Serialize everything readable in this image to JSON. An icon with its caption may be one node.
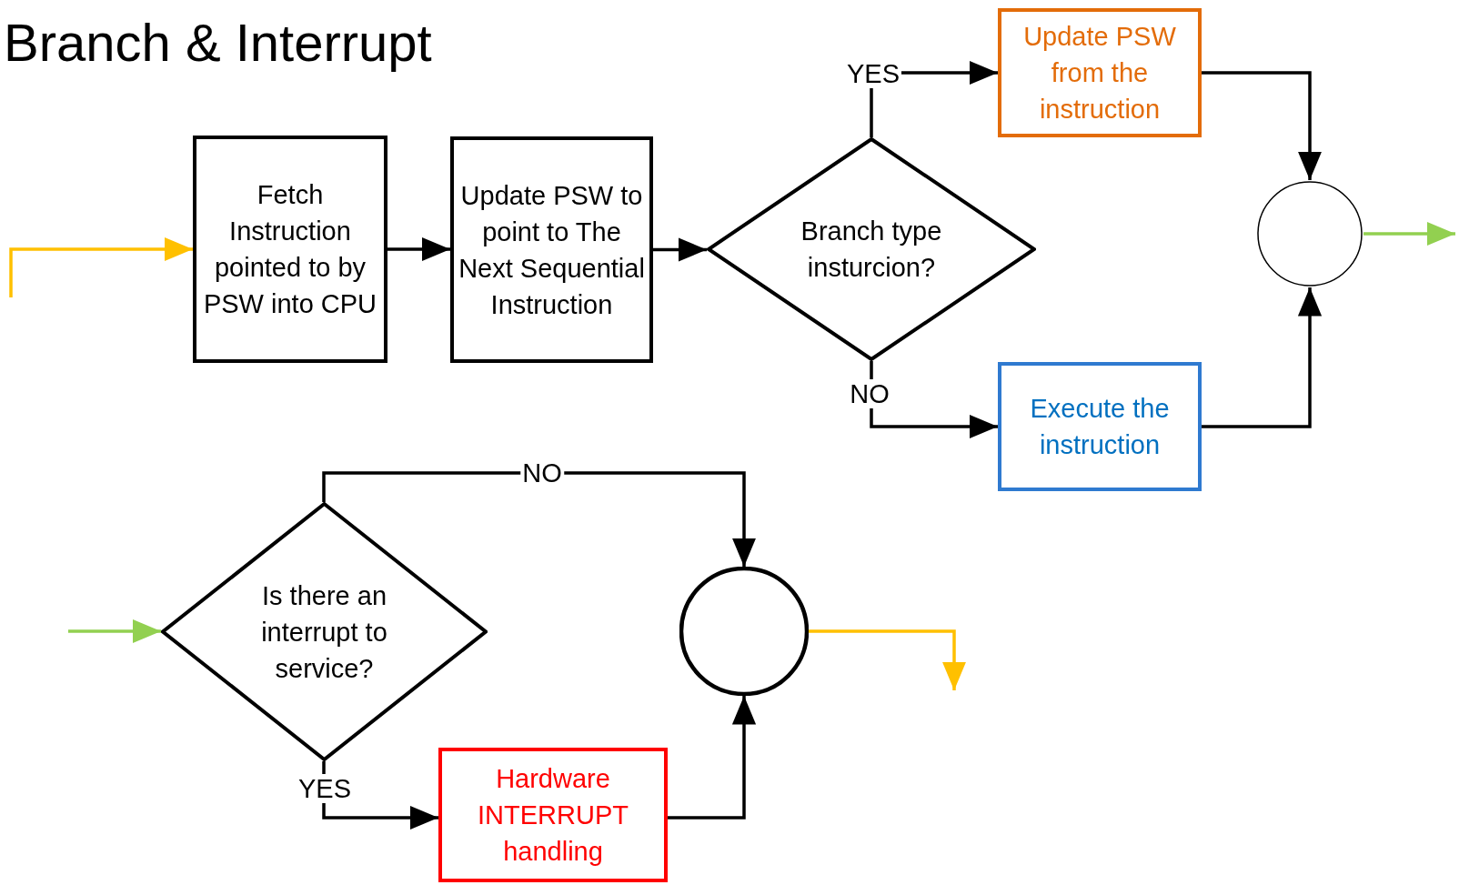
{
  "diagram": {
    "title": "Branch & Interrupt",
    "nodes": [
      {
        "text": [
          "Fetch Instruction pointed to by PSW into CPU"
        ]
      },
      {
        "text": [
          "Update PSW to point to The Next Sequential Instruction"
        ]
      },
      {
        "text": [
          "Branch type insturcion?"
        ]
      },
      {
        "text": [
          "Update PSW from the instruction"
        ]
      },
      {
        "text": [
          "Execute the instruction"
        ]
      },
      {
        "text": [],
        "shape": "circle"
      },
      {
        "text": [
          "Is there an interrupt to service?"
        ]
      },
      {
        "text": [
          "Hardware INTERRUPT handling"
        ]
      },
      {
        "text": [],
        "shape": "circle"
      }
    ],
    "edges": [
      {
        "from": null,
        "to": 0,
        "arrow": "to",
        "color": "#ffc000"
      },
      {
        "from": 0,
        "to": 1,
        "arrow": "to"
      },
      {
        "from": 1,
        "to": 2,
        "arrow": "to"
      },
      {
        "from": 2,
        "to": 3,
        "arrow": "to",
        "label": "YES"
      },
      {
        "from": 2,
        "to": 4,
        "arrow": "to",
        "label": "NO"
      },
      {
        "from": 3,
        "to": 5,
        "arrow": "to"
      },
      {
        "from": 4,
        "to": 5,
        "arrow": "to"
      },
      {
        "from": 5,
        "to": null,
        "arrow": "to",
        "color": "#92d050"
      },
      {
        "from": null,
        "to": 6,
        "arrow": "to",
        "color": "#92d050"
      },
      {
        "from": 6,
        "to": 8,
        "arrow": "to",
        "label": "NO"
      },
      {
        "from": 6,
        "to": 7,
        "arrow": "to",
        "label": "YES"
      },
      {
        "from": 7,
        "to": 8,
        "arrow": "to"
      },
      {
        "from": 8,
        "to": null,
        "arrow": "to",
        "color": "#ffc000"
      }
    ]
  }
}
